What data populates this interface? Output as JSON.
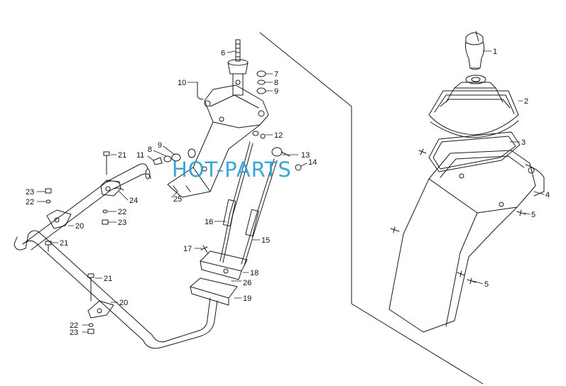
{
  "watermark": "HOT-PARTS",
  "colors": {
    "line": "#1a1a1a",
    "watermark": "#2a9fd6",
    "background": "#ffffff"
  },
  "callouts": [
    {
      "id": "c1",
      "text": "1"
    },
    {
      "id": "c2",
      "text": "2"
    },
    {
      "id": "c3",
      "text": "3"
    },
    {
      "id": "c4",
      "text": "4"
    },
    {
      "id": "c5a",
      "text": "5"
    },
    {
      "id": "c5b",
      "text": "5"
    },
    {
      "id": "c6",
      "text": "6"
    },
    {
      "id": "c7",
      "text": "7"
    },
    {
      "id": "c8a",
      "text": "8"
    },
    {
      "id": "c9a",
      "text": "9"
    },
    {
      "id": "c10",
      "text": "10"
    },
    {
      "id": "c12",
      "text": "12"
    },
    {
      "id": "c8b",
      "text": "8"
    },
    {
      "id": "c9b",
      "text": "9"
    },
    {
      "id": "c11",
      "text": "11"
    },
    {
      "id": "c13",
      "text": "13"
    },
    {
      "id": "c14",
      "text": "14"
    },
    {
      "id": "c21a",
      "text": "21"
    },
    {
      "id": "c23a",
      "text": "23"
    },
    {
      "id": "c22a",
      "text": "22"
    },
    {
      "id": "c24",
      "text": "24"
    },
    {
      "id": "c25",
      "text": "25"
    },
    {
      "id": "c22b",
      "text": "22"
    },
    {
      "id": "c23b",
      "text": "23"
    },
    {
      "id": "c20a",
      "text": "20"
    },
    {
      "id": "c16",
      "text": "16"
    },
    {
      "id": "c21b",
      "text": "21"
    },
    {
      "id": "c15",
      "text": "15"
    },
    {
      "id": "c17",
      "text": "17"
    },
    {
      "id": "c18",
      "text": "18"
    },
    {
      "id": "c26",
      "text": "26"
    },
    {
      "id": "c21c",
      "text": "21"
    },
    {
      "id": "c19",
      "text": "19"
    },
    {
      "id": "c20b",
      "text": "20"
    },
    {
      "id": "c22c",
      "text": "22"
    },
    {
      "id": "c23c",
      "text": "23"
    }
  ]
}
